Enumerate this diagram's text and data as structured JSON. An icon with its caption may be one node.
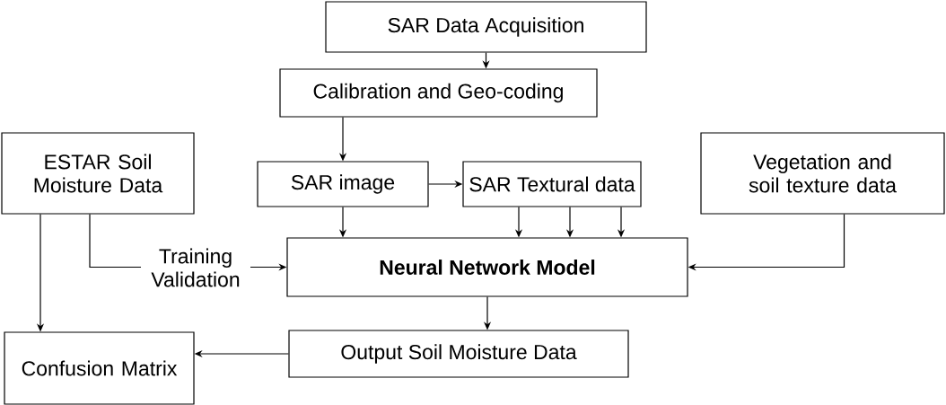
{
  "diagram": {
    "nodes": [
      {
        "text": [
          "SAR Data Acquisition"
        ]
      },
      {
        "text": [
          "Calibration and Geo-coding"
        ]
      },
      {
        "text": [
          "ESTAR Soil Moisture Data"
        ]
      },
      {
        "text": [
          "SAR image"
        ]
      },
      {
        "text": [
          "SAR Textural data"
        ]
      },
      {
        "text": [
          "Vegetation and soil texture data"
        ]
      },
      {
        "text": [
          "Neural Network Model"
        ]
      },
      {
        "text": [
          "Confusion Matrix"
        ]
      },
      {
        "text": [
          "Output Soil Moisture Data"
        ]
      }
    ],
    "edges": [
      {
        "from": 0,
        "to": 1,
        "arrow": "to"
      },
      {
        "from": 1,
        "to": 3,
        "arrow": "to"
      },
      {
        "from": 3,
        "to": 4,
        "arrow": "to"
      },
      {
        "from": 3,
        "to": 6,
        "arrow": "to"
      },
      {
        "from": 4,
        "to": 6,
        "arrow": "to"
      },
      {
        "from": 4,
        "to": 6,
        "arrow": "to"
      },
      {
        "from": 4,
        "to": 6,
        "arrow": "to"
      },
      {
        "from": 5,
        "to": 6,
        "arrow": "to"
      },
      {
        "from": 2,
        "to": 6,
        "label": "Training Validation",
        "arrow": "to"
      },
      {
        "from": 2,
        "to": 7,
        "arrow": "to"
      },
      {
        "from": 6,
        "to": 8,
        "arrow": "to"
      },
      {
        "from": 8,
        "to": 7,
        "arrow": "to"
      }
    ]
  }
}
